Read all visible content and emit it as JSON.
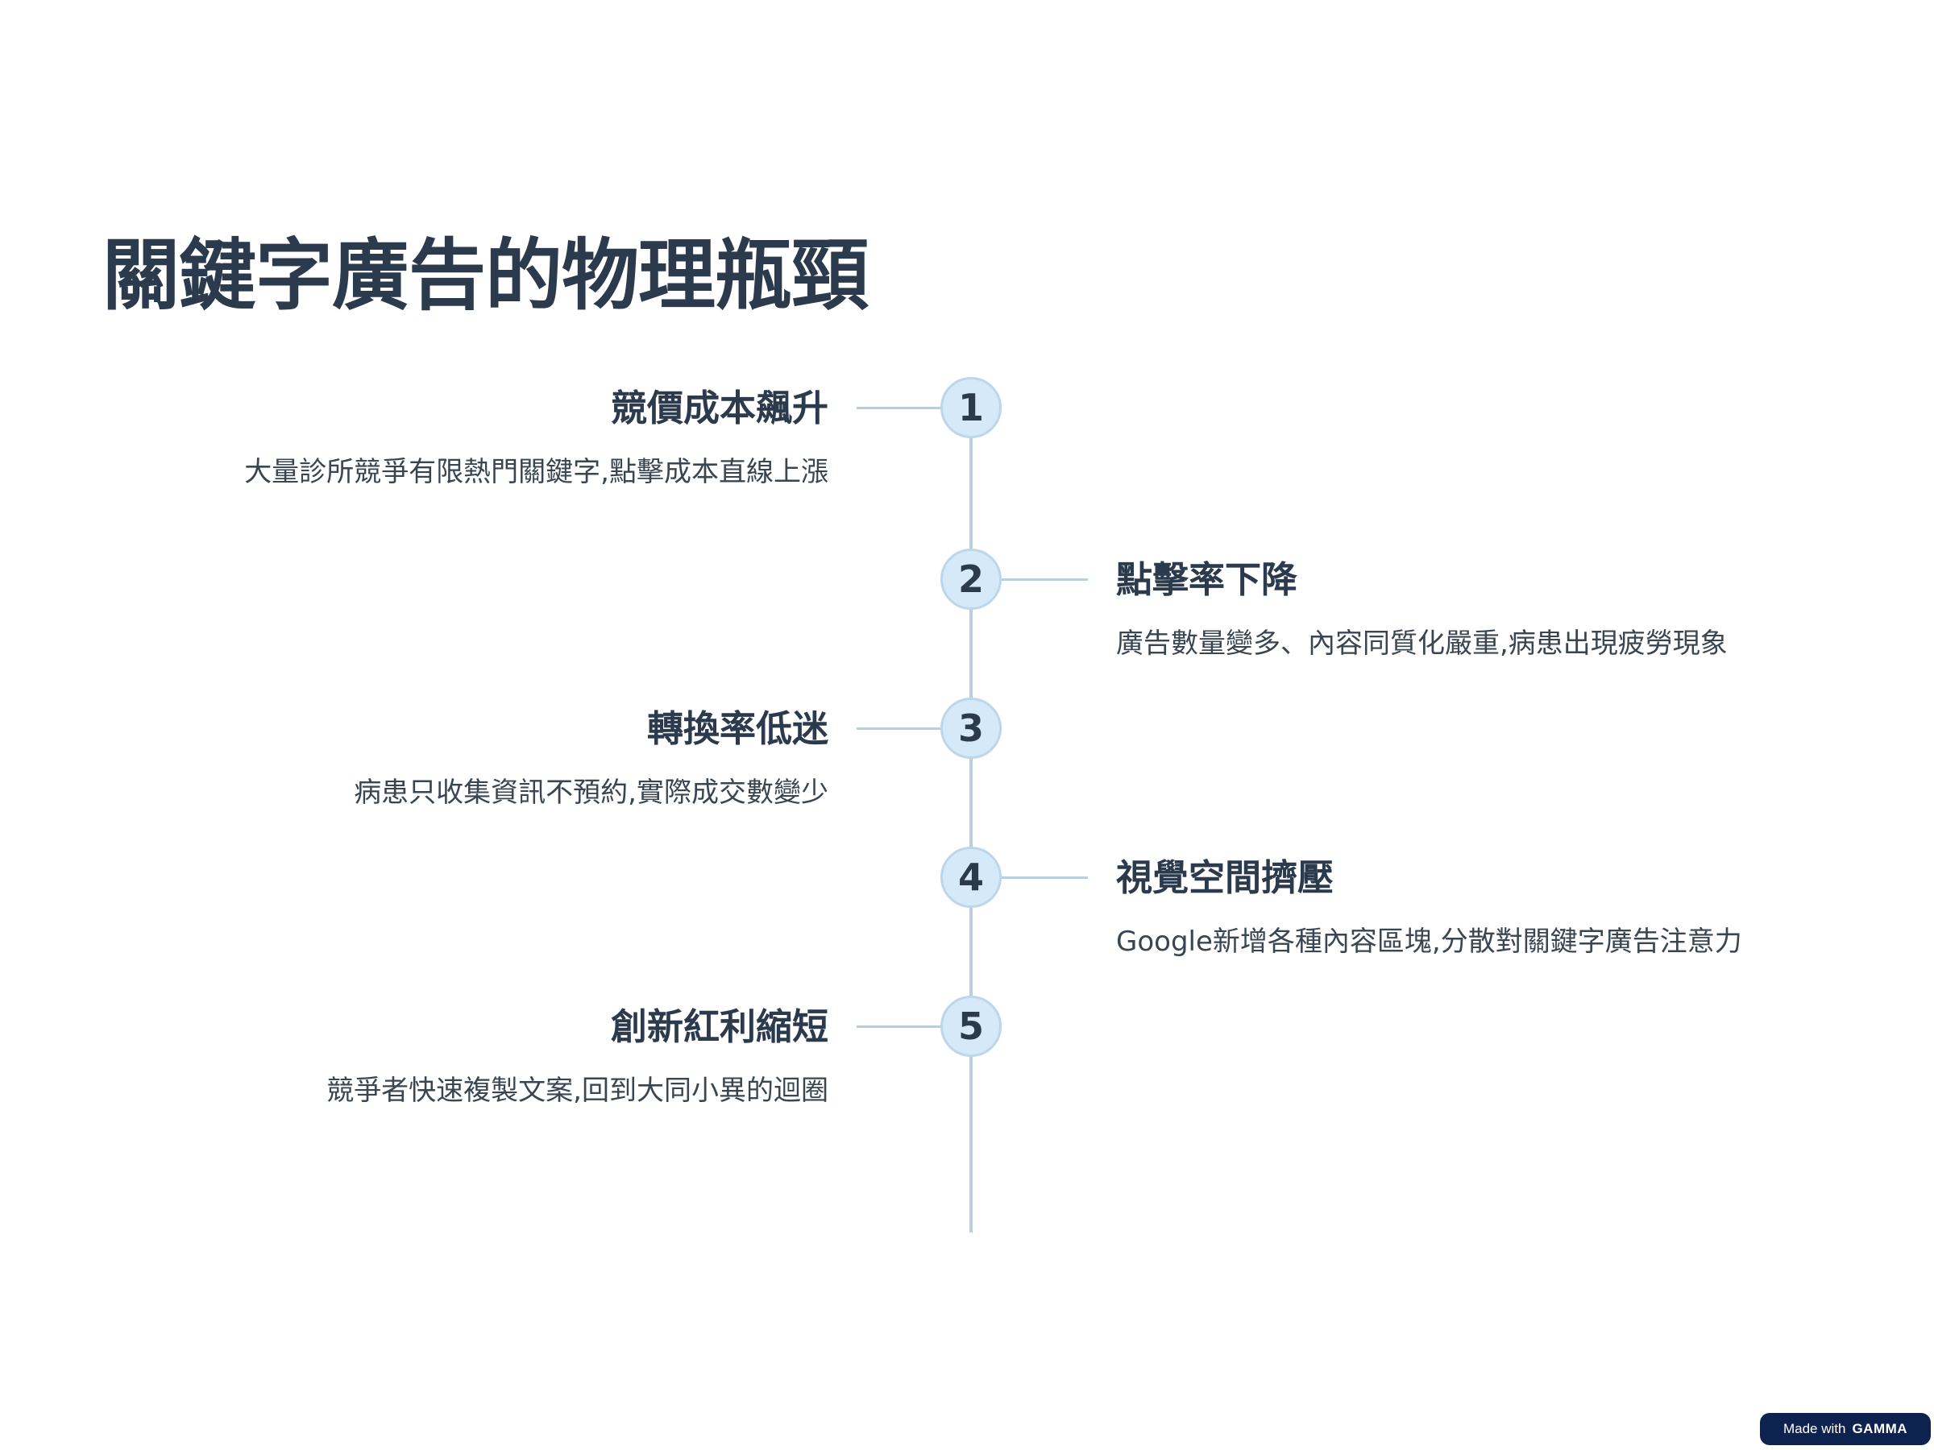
{
  "title": "關鍵字廣告的物理瓶頸",
  "items": [
    {
      "number": "1",
      "title": "競價成本飆升",
      "description": "大量診所競爭有限熱門關鍵字,點擊成本直線上漲"
    },
    {
      "number": "2",
      "title": "點擊率下降",
      "description": "廣告數量變多、內容同質化嚴重,病患出現疲勞現象"
    },
    {
      "number": "3",
      "title": "轉換率低迷",
      "description": "病患只收集資訊不預約,實際成交數變少"
    },
    {
      "number": "4",
      "title": "視覺空間擠壓",
      "description": "Google新增各種內容區塊,分散對關鍵字廣告注意力"
    },
    {
      "number": "5",
      "title": "創新紅利縮短",
      "description": "競爭者快速複製文案,回到大同小異的迴圈"
    }
  ],
  "badge": {
    "prefix": "Made with",
    "brand": "GAMMA"
  },
  "colors": {
    "text": "#2b3a4c",
    "line": "#b9cfdf",
    "marker_fill": "#d6e9f8",
    "badge_bg": "#0e2250"
  }
}
